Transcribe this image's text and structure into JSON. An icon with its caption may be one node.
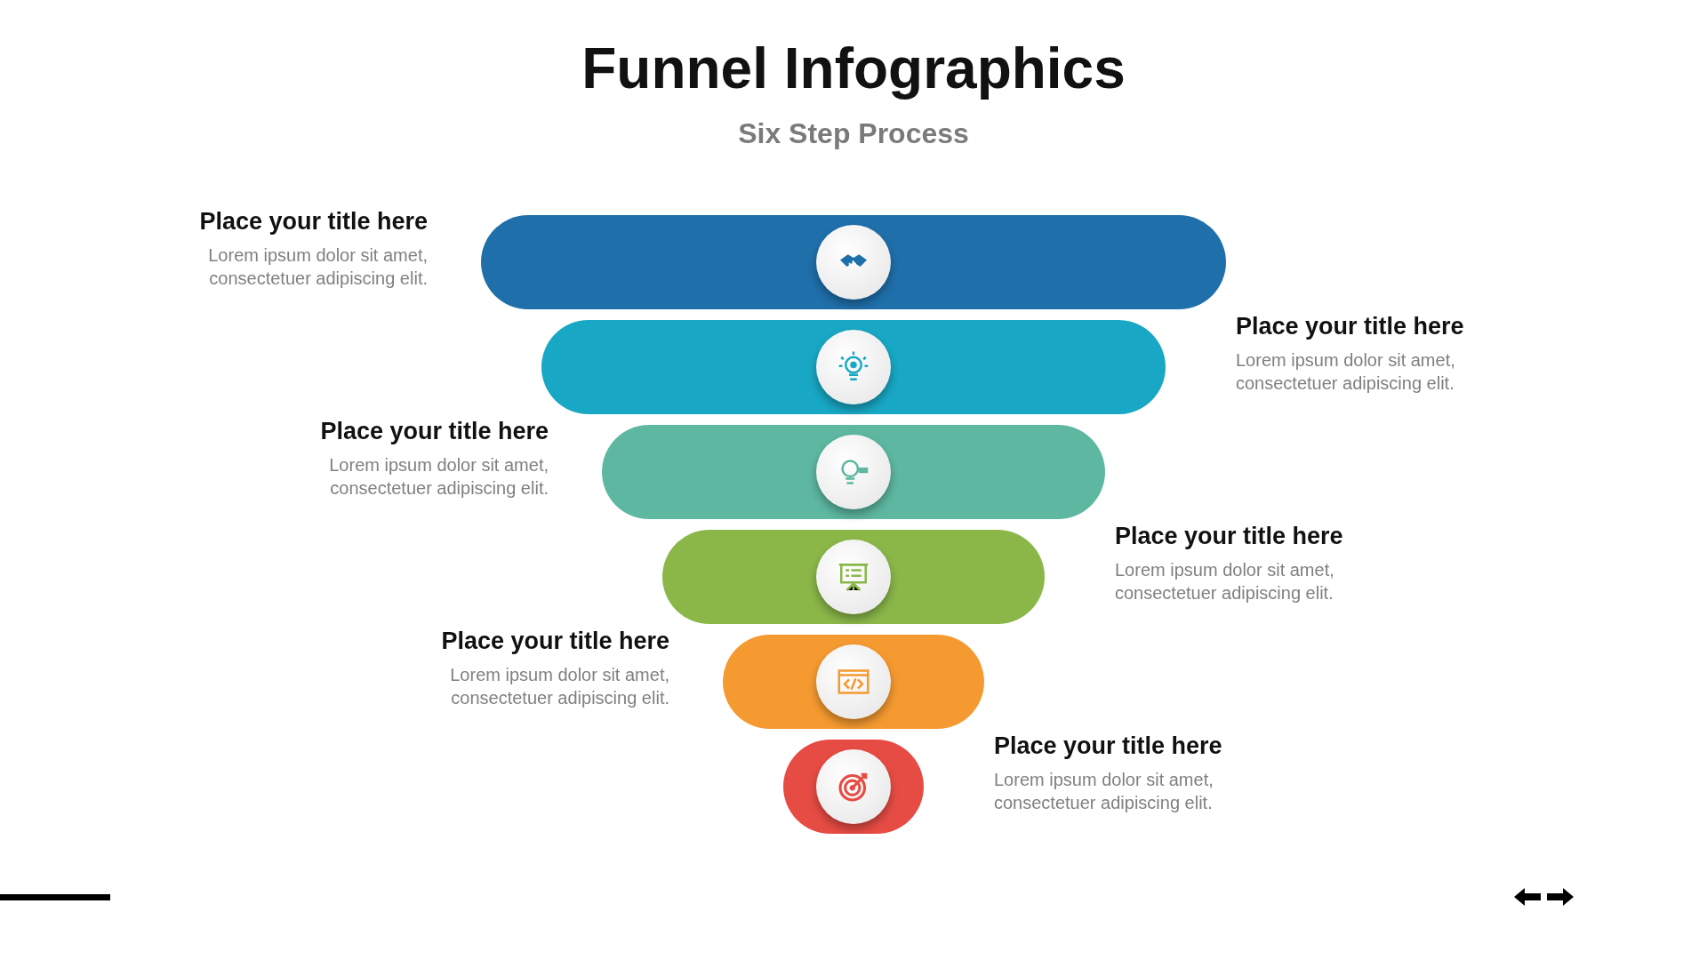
{
  "diagram": {
    "title": "Funnel Infographics",
    "nodes": [
      {
        "text": [],
        "shape": "bar",
        "beside": [
          "Place your title here",
          "Lorem ipsum dolor sit amet, consectetuer adipiscing elit."
        ]
      },
      {
        "text": [],
        "shape": "bar",
        "beside": [
          "Place your title here",
          "Lorem ipsum dolor sit amet, consectetuer adipiscing elit."
        ]
      },
      {
        "text": [],
        "shape": "bar",
        "beside": [
          "Place your title here",
          "Lorem ipsum dolor sit amet, consectetuer adipiscing elit."
        ]
      },
      {
        "text": [],
        "shape": "bar",
        "beside": [
          "Place your title here",
          "Lorem ipsum dolor sit amet, consectetuer adipiscing elit."
        ]
      },
      {
        "text": [],
        "shape": "bar",
        "beside": [
          "Place your title here",
          "Lorem ipsum dolor sit amet, consectetuer adipiscing elit."
        ]
      },
      {
        "text": [],
        "shape": "bar",
        "beside": [
          "Place your title here",
          "Lorem ipsum dolor sit amet, consectetuer adipiscing elit."
        ]
      }
    ],
    "edges": [],
    "labels": [
      "Six Step Process"
    ]
  }
}
